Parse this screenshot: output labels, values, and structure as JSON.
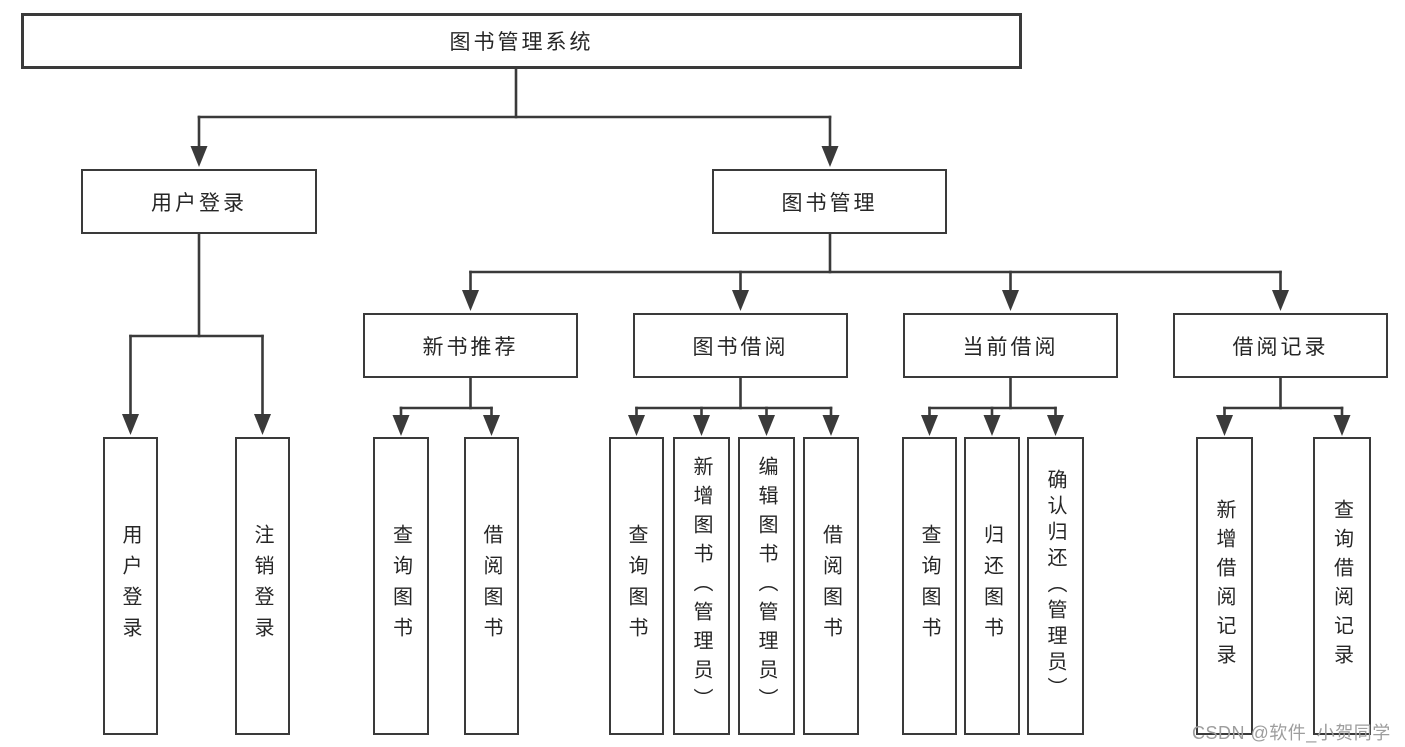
{
  "tree": {
    "label": "图书管理系统",
    "children": [
      {
        "label": "用户登录",
        "children": [
          {
            "label": "用户登录"
          },
          {
            "label": "注销登录"
          }
        ]
      },
      {
        "label": "图书管理",
        "children": [
          {
            "label": "新书推荐",
            "children": [
              {
                "label": "查询图书"
              },
              {
                "label": "借阅图书"
              }
            ]
          },
          {
            "label": "图书借阅",
            "children": [
              {
                "label": "查询图书"
              },
              {
                "label": "新增图书（管理员）"
              },
              {
                "label": "编辑图书（管理员）"
              },
              {
                "label": "借阅图书"
              }
            ]
          },
          {
            "label": "当前借阅",
            "children": [
              {
                "label": "查询图书"
              },
              {
                "label": "归还图书"
              },
              {
                "label": "确认归还（管理员）"
              }
            ]
          },
          {
            "label": "借阅记录",
            "children": [
              {
                "label": "新增借阅记录"
              },
              {
                "label": "查询借阅记录"
              }
            ]
          }
        ]
      }
    ]
  },
  "watermark": "CSDN @软件_小贺同学",
  "colors": {
    "line": "#3a3a3a",
    "text": "#262626",
    "watermark": "#9d9d9d"
  }
}
